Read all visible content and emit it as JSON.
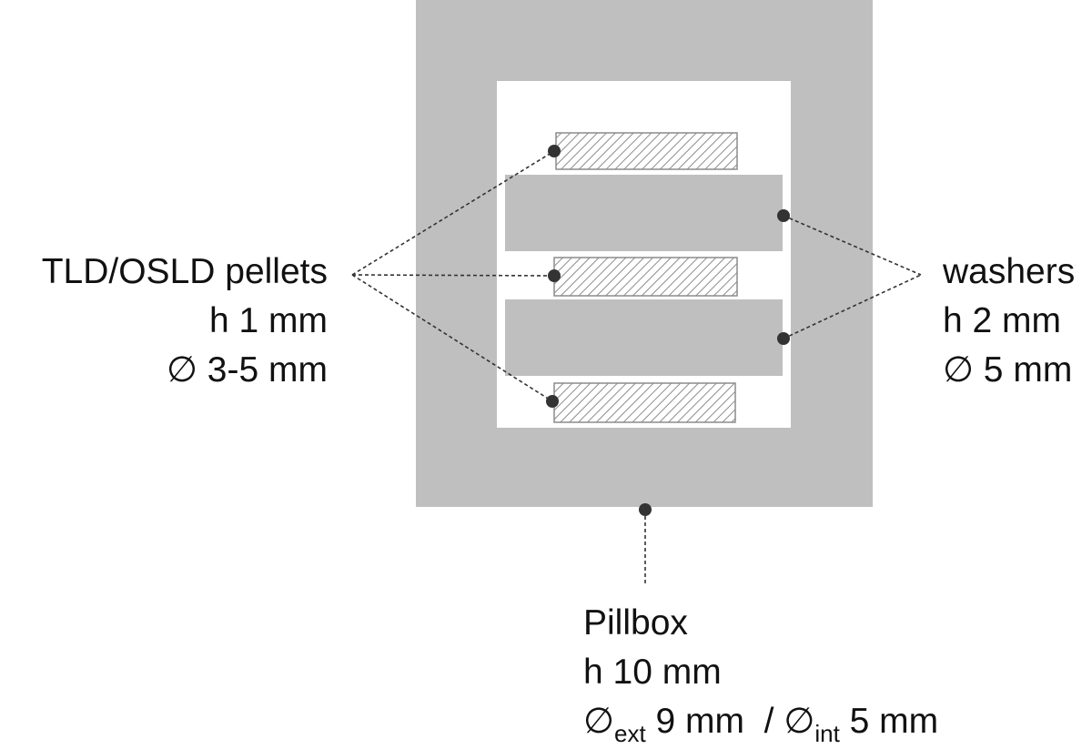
{
  "colors": {
    "pillbox_fill": "#bfbfbf",
    "cavity_fill": "#ffffff",
    "washer_fill": "#bfbfbf",
    "pellet_hatch": "#8c8c8c",
    "pellet_border": "#8c8c8c",
    "leader_line": "#333333",
    "dot": "#333333"
  },
  "labels": {
    "pellets": {
      "name": "TLD/OSLD pellets",
      "height": "h 1 mm",
      "diameter": "∅ 3-5 mm"
    },
    "washers": {
      "name": "washers",
      "height": "h 2 mm",
      "diameter": "∅ 5 mm"
    },
    "pillbox": {
      "name": "Pillbox",
      "height": "h 10 mm",
      "ext_symbol": "∅",
      "ext_sub": "ext",
      "ext_value": " 9 mm  / ",
      "int_symbol": "∅",
      "int_sub": "int",
      "int_value": " 5 mm"
    }
  }
}
